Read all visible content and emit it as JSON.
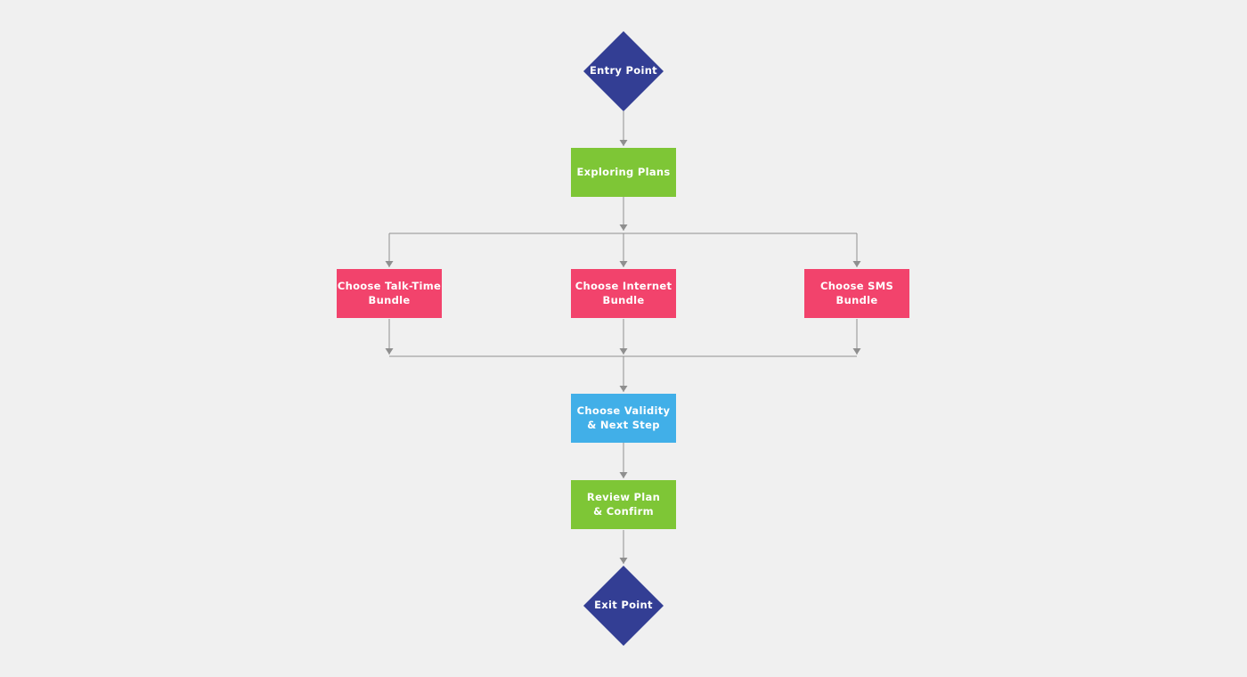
{
  "palette": {
    "background": "#f0f0f0",
    "connector": "#8f8f8f",
    "label_text": "#ffffff"
  },
  "flowchart": {
    "entry": {
      "label": "Entry Point",
      "shape": "diamond",
      "color": "#333e94"
    },
    "exploring_plans": {
      "label": "Exploring Plans",
      "shape": "rect",
      "color": "#7ec636"
    },
    "talk_time_bundle": {
      "label": "Choose Talk-Time\nBundle",
      "shape": "rect",
      "color": "#f2436c"
    },
    "internet_bundle": {
      "label": "Choose Internet\nBundle",
      "shape": "rect",
      "color": "#f2436c"
    },
    "sms_bundle": {
      "label": "Choose SMS\nBundle",
      "shape": "rect",
      "color": "#f2436c"
    },
    "validity_next_step": {
      "label": "Choose Validity\n& Next Step",
      "shape": "rect",
      "color": "#41afe8"
    },
    "review_confirm": {
      "label": "Review Plan\n& Confirm",
      "shape": "rect",
      "color": "#7ec636"
    },
    "exit": {
      "label": "Exit Point",
      "shape": "diamond",
      "color": "#333e94"
    }
  }
}
